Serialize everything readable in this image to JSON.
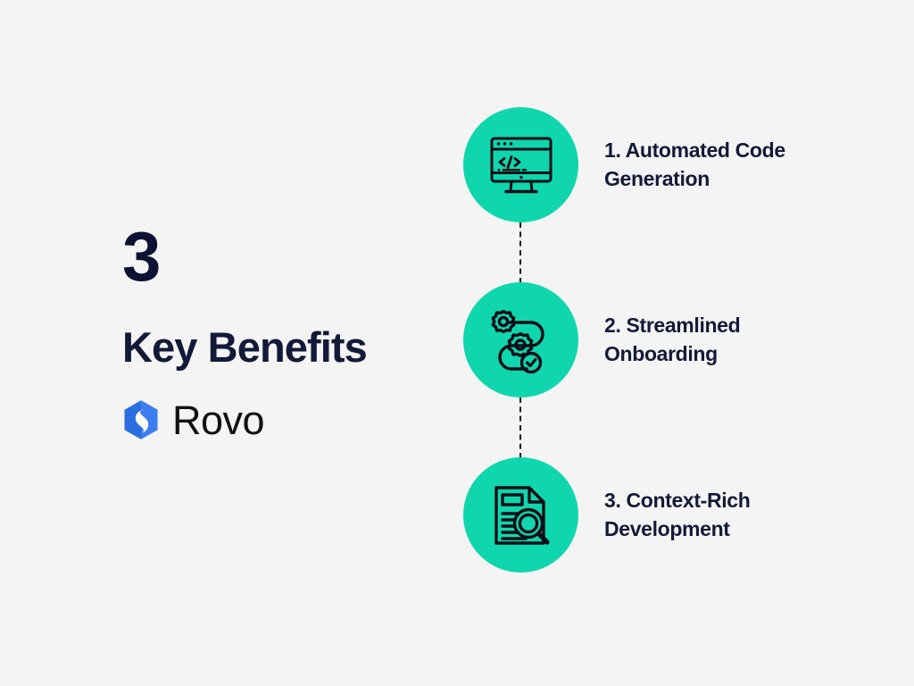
{
  "background_color": "#f4f4f4",
  "accent_color": "#0fd6ac",
  "text_color": "#131a38",
  "brand_blue": "#2a68d9",
  "left": {
    "number": "3",
    "headline": "Key Benefits",
    "brand_name": "Rovo",
    "brand_icon": "rovo-hexagon-logo"
  },
  "steps": [
    {
      "label": "1. Automated Code Generation",
      "icon": "monitor-code-icon"
    },
    {
      "label": "2. Streamlined Onboarding",
      "icon": "workflow-gears-check-icon"
    },
    {
      "label": "3. Context-Rich Development",
      "icon": "document-magnifier-icon"
    }
  ]
}
